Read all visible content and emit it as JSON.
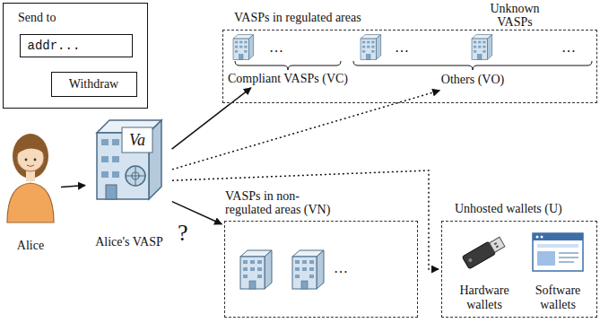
{
  "diagram": {
    "nodes": [
      {
        "text": [
          "Send to"
        ]
      },
      {
        "text": [
          "addr..."
        ],
        "in": 0
      },
      {
        "text": [
          "Withdraw"
        ],
        "in": 0
      },
      {
        "text": [
          "Alice"
        ]
      },
      {
        "text": [
          "Va",
          "Alice's VASP"
        ]
      },
      {
        "text": [
          "VASPs in regulated areas"
        ]
      },
      {
        "text": [
          "Compliant VASPs (VC)"
        ],
        "in": 5
      },
      {
        "text": [
          "Unknown VASPs"
        ],
        "in": 5
      },
      {
        "text": [
          "Others (VO)"
        ],
        "in": 5
      },
      {
        "text": [
          "VASPs in non- regulated areas (VN)"
        ]
      },
      {
        "text": [
          "Unhosted wallets (U)"
        ]
      },
      {
        "text": [
          "Hardware wallets"
        ],
        "in": 10
      },
      {
        "text": [
          "Software wallets"
        ],
        "in": 10
      }
    ],
    "edges": [
      {
        "from": 3,
        "to": 4,
        "arrow": "to"
      },
      {
        "from": 4,
        "to": 6,
        "arrow": "to"
      },
      {
        "from": 4,
        "to": 8,
        "arrow": "to"
      },
      {
        "from": 4,
        "to": 9,
        "arrow": "to",
        "label": "?"
      },
      {
        "from": 4,
        "to": 10,
        "arrow": "to"
      }
    ],
    "labels": [
      "…",
      "…",
      "…",
      "…"
    ]
  }
}
